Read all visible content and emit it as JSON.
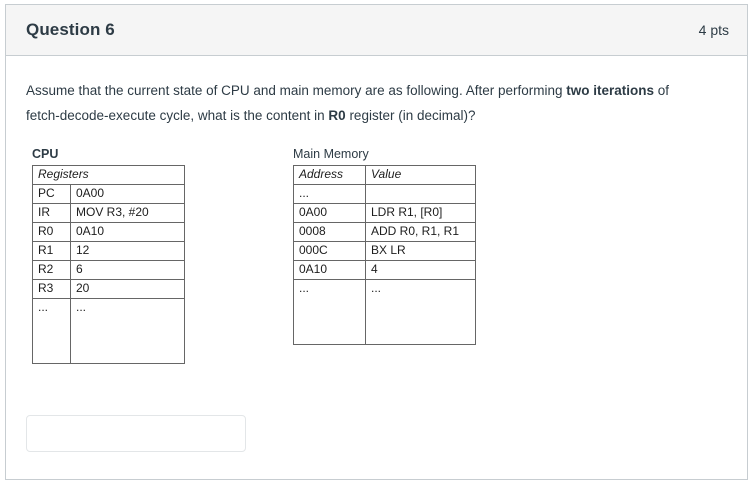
{
  "header": {
    "title": "Question 6",
    "points": "4 pts"
  },
  "prompt": {
    "part1": "Assume that the current state of CPU and main memory are as following. After performing ",
    "bold1": "two iterations",
    "part2": " of fetch-decode-execute cycle, what is the content in ",
    "bold2": "R0",
    "part3": " register (in decimal)?"
  },
  "cpu_table": {
    "caption": "CPU",
    "header": "Registers",
    "rows": [
      {
        "name": "PC",
        "value": "0A00"
      },
      {
        "name": "IR",
        "value": "MOV R3, #20"
      },
      {
        "name": "R0",
        "value": "0A10"
      },
      {
        "name": "R1",
        "value": "12"
      },
      {
        "name": "R2",
        "value": "6"
      },
      {
        "name": "R3",
        "value": "20"
      },
      {
        "name": "...",
        "value": "..."
      }
    ]
  },
  "memory_table": {
    "caption": "Main Memory",
    "headers": {
      "address": "Address",
      "value": "Value"
    },
    "rows": [
      {
        "address": "...",
        "value": ""
      },
      {
        "address": "0A00",
        "value": "LDR R1, [R0]"
      },
      {
        "address": "0008",
        "value": "ADD R0, R1, R1"
      },
      {
        "address": "000C",
        "value": "BX LR"
      },
      {
        "address": "0A10",
        "value": "4"
      },
      {
        "address": "...",
        "value": "..."
      }
    ]
  },
  "answer": {
    "value": "",
    "placeholder": ""
  },
  "colors": {
    "header_bg": "#f5f5f5",
    "border": "#c7cdd1",
    "text": "#2d3b45",
    "table_border": "#666666",
    "input_border": "#e3e6e8"
  }
}
